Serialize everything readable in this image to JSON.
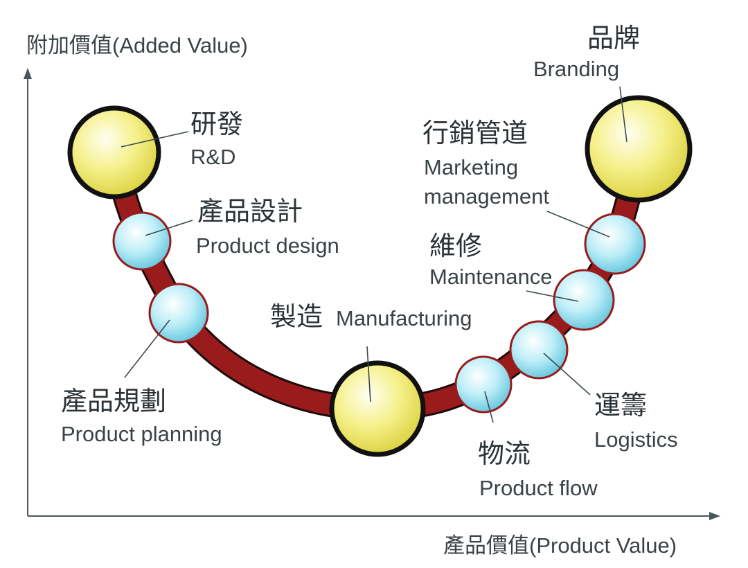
{
  "axes": {
    "y_label": "附加價值(Added Value)",
    "x_label": "產品價值(Product Value)"
  },
  "stages": {
    "rnd": {
      "zh": "研發",
      "en": "R&D"
    },
    "design": {
      "zh": "產品設計",
      "en": "Product design"
    },
    "planning": {
      "zh": "產品規劃",
      "en": "Product planning"
    },
    "manufacturing": {
      "zh": "製造",
      "en": "Manufacturing"
    },
    "flow": {
      "zh": "物流",
      "en": "Product flow"
    },
    "logistics": {
      "zh": "運籌",
      "en": "Logistics"
    },
    "maintenance": {
      "zh": "維修",
      "en": "Maintenance"
    },
    "marketing": {
      "zh": "行銷管道",
      "en1": "Marketing",
      "en2": "management"
    },
    "branding": {
      "zh": "品牌",
      "en": "Branding"
    }
  },
  "colors": {
    "curve": "#9a1b1b",
    "major_node": "#f2ee7a",
    "minor_node": "#a8e4f2",
    "axis": "#4a565a"
  }
}
